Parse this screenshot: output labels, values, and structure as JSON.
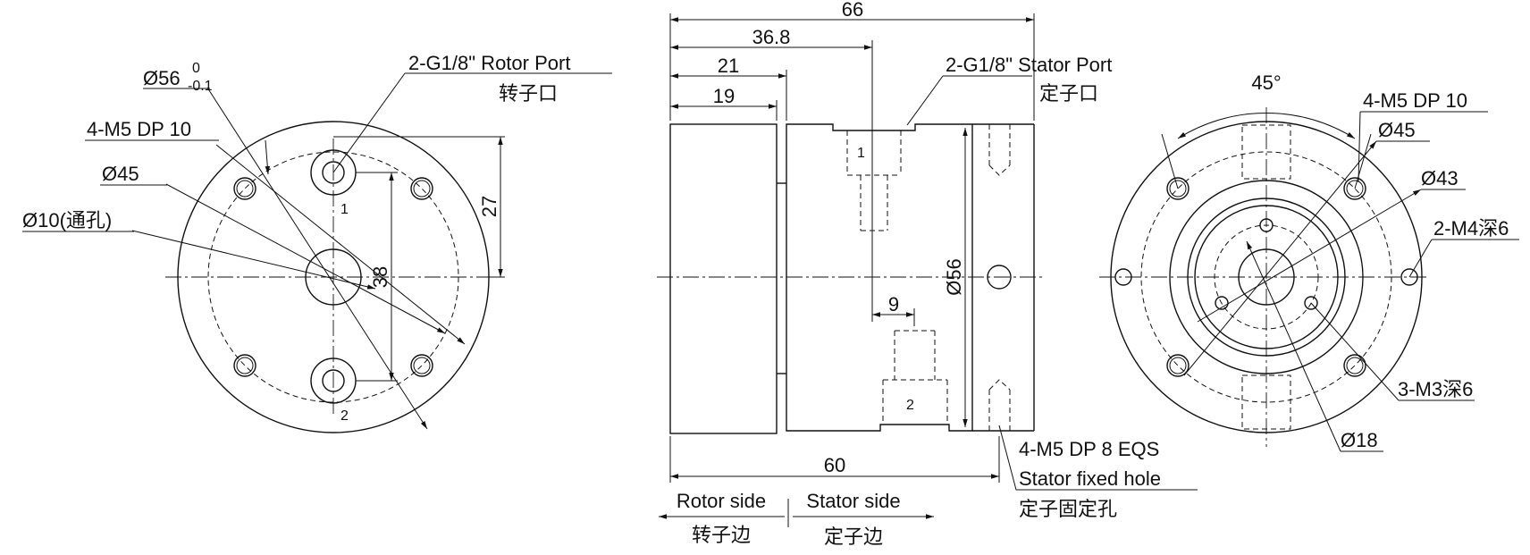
{
  "left_view": {
    "rotor_port": "2-G1/8\"  Rotor Port",
    "rotor_port_cn": "转子口",
    "dia56_main": "Ø56",
    "dia56_tol_upper": "0",
    "dia56_tol_lower": "-0.1",
    "m5": "4-M5 DP 10",
    "dia45": "Ø45",
    "dia10": "Ø10(通孔)",
    "dim27": "27",
    "dim38": "38",
    "port1": "1",
    "port2": "2"
  },
  "side_view": {
    "dim66": "66",
    "dim36_8": "36.8",
    "dim21": "21",
    "dim19": "19",
    "dim9": "9",
    "dim60": "60",
    "dia56": "Ø56",
    "stator_port": "2-G1/8\" Stator Port",
    "stator_port_cn": "定子口",
    "port1": "1",
    "port2": "2",
    "m5_dp8": "4-M5 DP 8 EQS",
    "stator_fixed": "Stator fixed hole",
    "stator_fixed_cn": "定子固定孔",
    "rotor_side": "Rotor side",
    "rotor_side_cn": "转子边",
    "stator_side": "Stator side",
    "stator_side_cn": "定子边"
  },
  "right_view": {
    "angle45": "45°",
    "m5": "4-M5 DP 10",
    "dia45": "Ø45",
    "dia43": "Ø43",
    "m4": "2-M4深6",
    "m3": "3-M3深6",
    "dia18": "Ø18"
  }
}
